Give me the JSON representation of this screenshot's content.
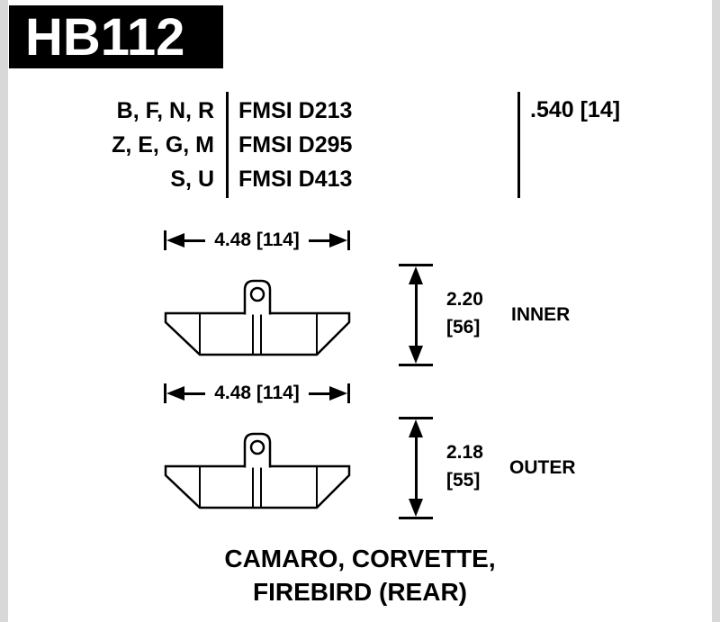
{
  "header": {
    "part_number": "HB112"
  },
  "spec_table": {
    "rows": [
      {
        "compounds": "B, F, N, R",
        "fmsi": "FMSI D213"
      },
      {
        "compounds": "Z, E, G, M",
        "fmsi": "FMSI D295"
      },
      {
        "compounds": "S, U",
        "fmsi": "FMSI D413"
      }
    ],
    "thickness": ".540 [14]"
  },
  "diagrams": [
    {
      "width": "4.48 [114]",
      "height_in": "2.20",
      "height_mm": "[56]",
      "position": "INNER"
    },
    {
      "width": "4.48 [114]",
      "height_in": "2.18",
      "height_mm": "[55]",
      "position": "OUTER"
    }
  ],
  "application": {
    "line1": "CAMARO, CORVETTE,",
    "line2": "FIREBIRD (REAR)"
  },
  "colors": {
    "ink": "#000000",
    "paper": "#ffffff",
    "edge": "#d8d8d8",
    "header_bg": "#000000",
    "header_fg": "#ffffff"
  }
}
